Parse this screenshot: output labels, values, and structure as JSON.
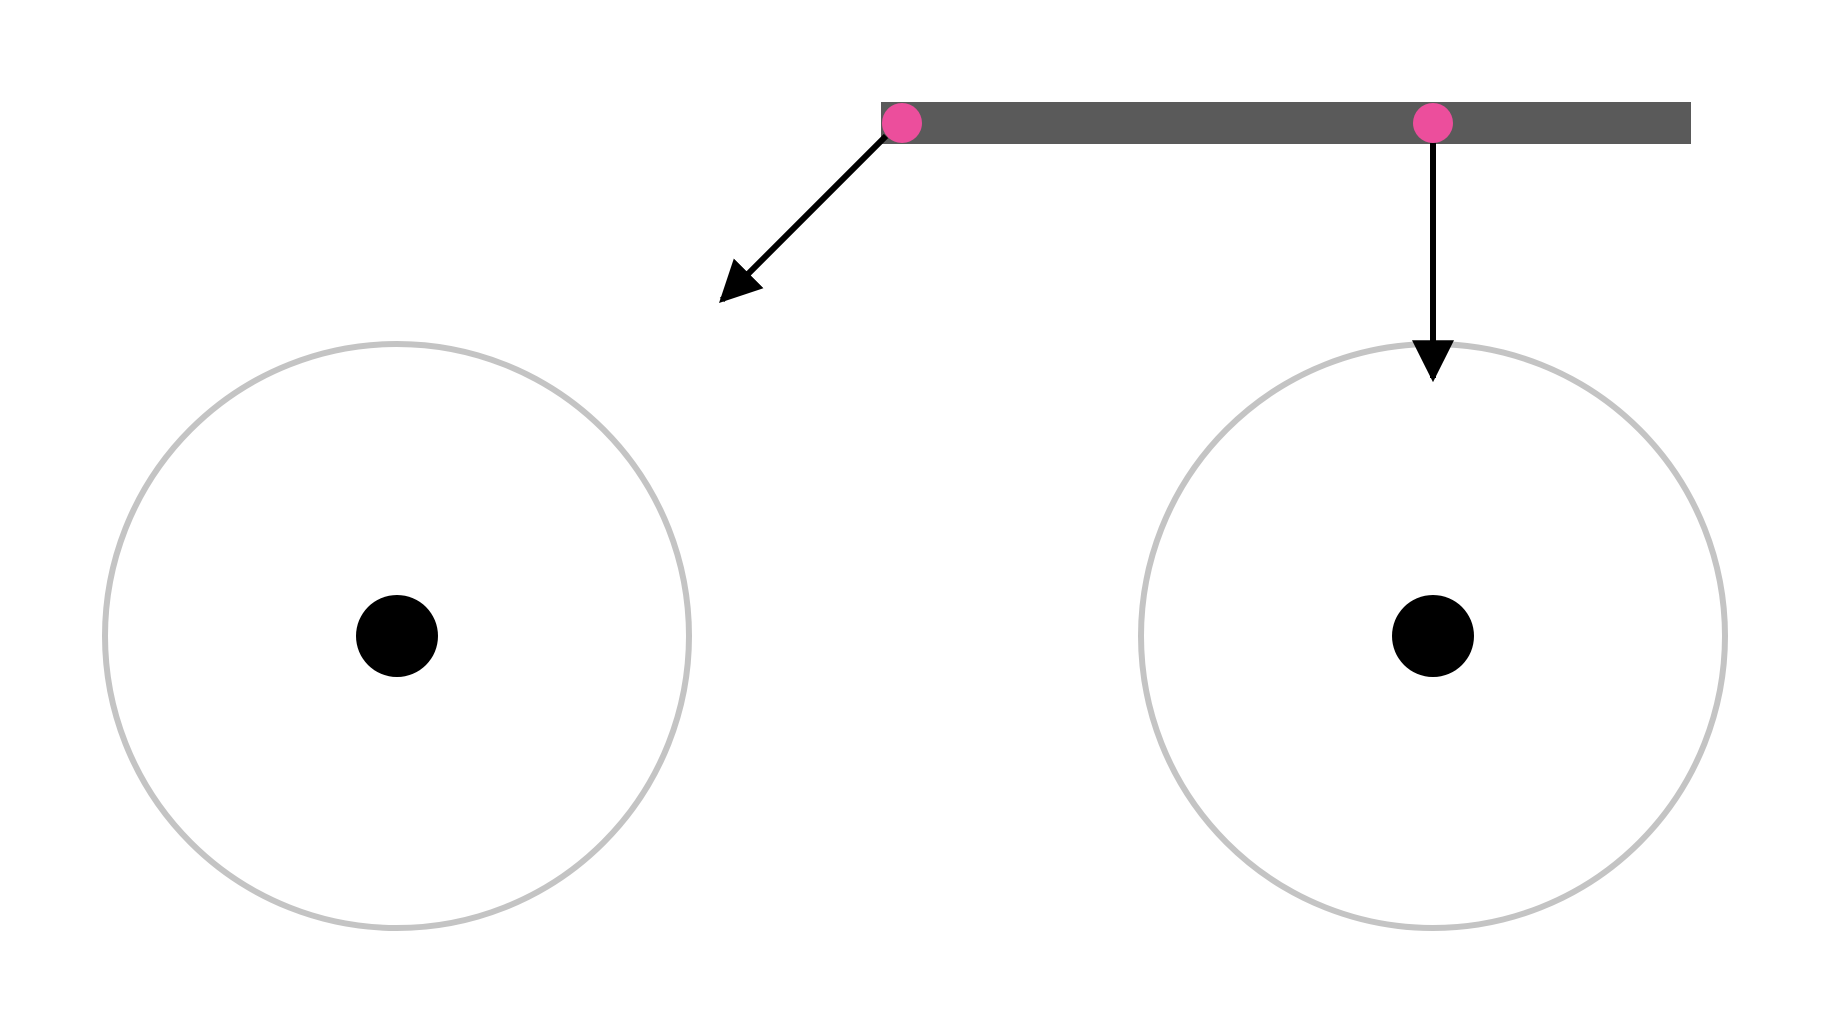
{
  "diagram": {
    "colors": {
      "background": "#ffffff",
      "bar": "#5a5a5a",
      "pivot": "#ec4e9c",
      "arrow": "#000000",
      "circle_outline": "#c4c4c4",
      "circle_center": "#000000"
    },
    "elements": {
      "bar": "gray-horizontal-bar",
      "pivots": [
        "pink-pivot-left",
        "pink-pivot-right"
      ],
      "arrows": [
        "arrow-diagonal-down-left",
        "arrow-vertical-down"
      ],
      "circles": [
        "circle-left",
        "circle-right"
      ],
      "centers": [
        "circle-left-center",
        "circle-right-center"
      ]
    }
  }
}
